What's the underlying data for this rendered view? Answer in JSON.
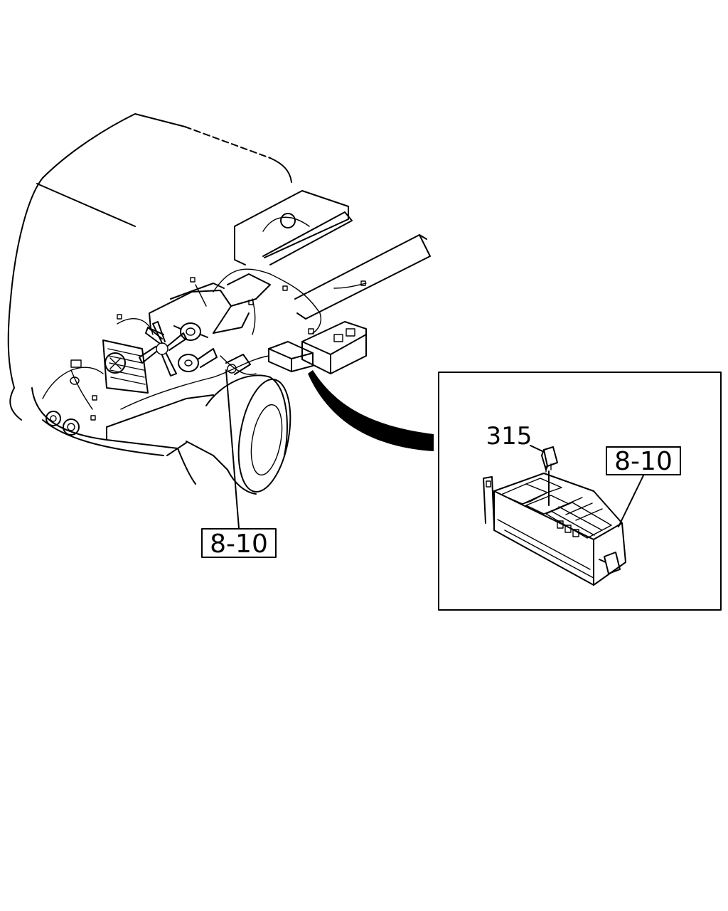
{
  "diagram": {
    "references": {
      "main_ref_label": "8-10",
      "detail_ref_label": "8-10"
    },
    "parts": {
      "relay_part_number": "315"
    }
  }
}
